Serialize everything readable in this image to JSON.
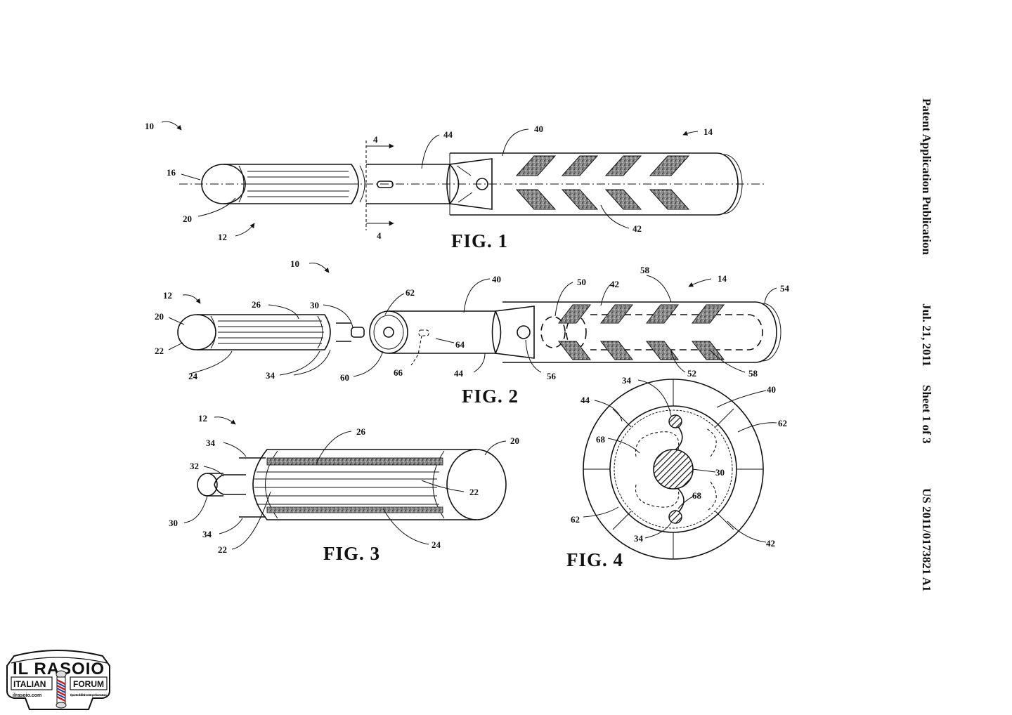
{
  "header": {
    "publication_type": "Patent Application Publication",
    "date": "Jul. 21, 2011",
    "sheet": "Sheet 1 of 3",
    "number": "US 2011/0173821 A1"
  },
  "figures": {
    "fig1": {
      "label": "FIG. 1",
      "refs": {
        "r10": "10",
        "r14": "14",
        "r16": "16",
        "r20": "20",
        "r12": "12",
        "r4a": "4",
        "r4b": "4",
        "r44": "44",
        "r40": "40",
        "r42": "42"
      }
    },
    "fig2": {
      "label": "FIG. 2",
      "refs": {
        "r10": "10",
        "r12": "12",
        "r20": "20",
        "r22": "22",
        "r24": "24",
        "r26": "26",
        "r30": "30",
        "r34": "34",
        "r62": "62",
        "r60": "60",
        "r64": "64",
        "r66": "66",
        "r40": "40",
        "r44": "44",
        "r56": "56",
        "r50": "50",
        "r42": "42",
        "r58a": "58",
        "r14": "14",
        "r54": "54",
        "r52": "52",
        "r58b": "58"
      }
    },
    "fig3": {
      "label": "FIG. 3",
      "refs": {
        "r12": "12",
        "r26": "26",
        "r20": "20",
        "r34a": "34",
        "r32": "32",
        "r22a": "22",
        "r30": "30",
        "r34b": "34",
        "r22b": "22",
        "r24": "24"
      }
    },
    "fig4": {
      "label": "FIG. 4",
      "refs": {
        "r34a": "34",
        "r44": "44",
        "r40": "40",
        "r62a": "62",
        "r68a": "68",
        "r30": "30",
        "r68b": "68",
        "r62b": "62",
        "r34b": "34",
        "r42": "42"
      }
    }
  },
  "watermark": {
    "brand": "IL RASOIO",
    "line2_left": "ITALIAN",
    "line2_right": "FORUM",
    "site": "ilrasoio.com",
    "tagline": "Il punto di riferimento per la rasatura"
  }
}
